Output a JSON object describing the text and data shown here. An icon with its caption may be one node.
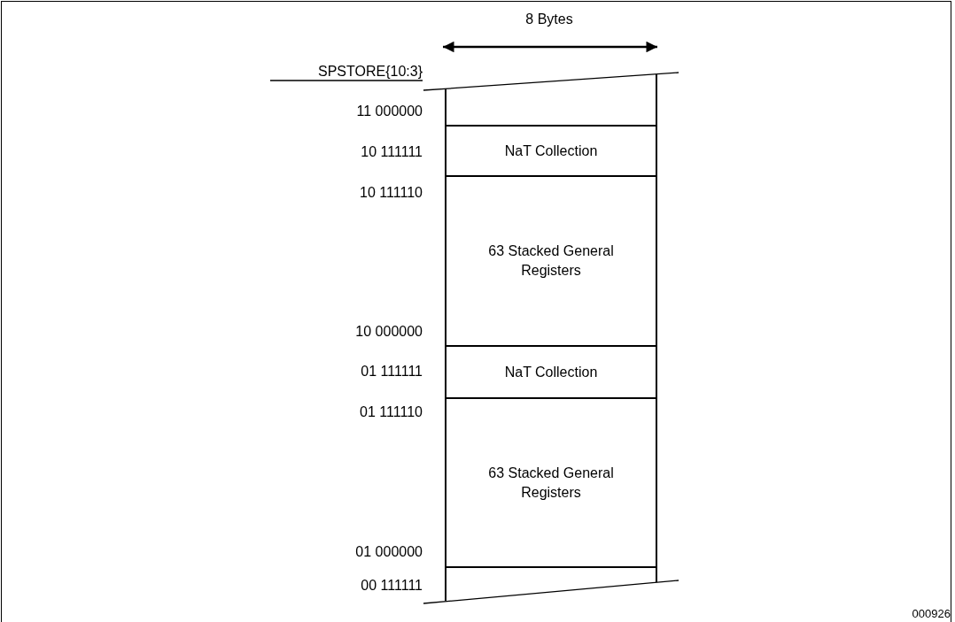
{
  "diagram": {
    "nodes": [
      {
        "text": [],
        "shape": "box"
      },
      {
        "text": [
          "NaT Collection"
        ]
      },
      {
        "text": [
          "63 Stacked General Registers"
        ]
      },
      {
        "text": [
          "NaT Collection"
        ]
      },
      {
        "text": [
          "63 Stacked General Registers"
        ]
      },
      {
        "text": [],
        "shape": "box"
      }
    ],
    "labels": [
      "8 Bytes",
      "SPSTORE{10:3}",
      "11 000000",
      "10 111111",
      "10 111110",
      "10 000000",
      "01 111111",
      "01 111110",
      "01 000000",
      "00 111111",
      "000926"
    ]
  }
}
